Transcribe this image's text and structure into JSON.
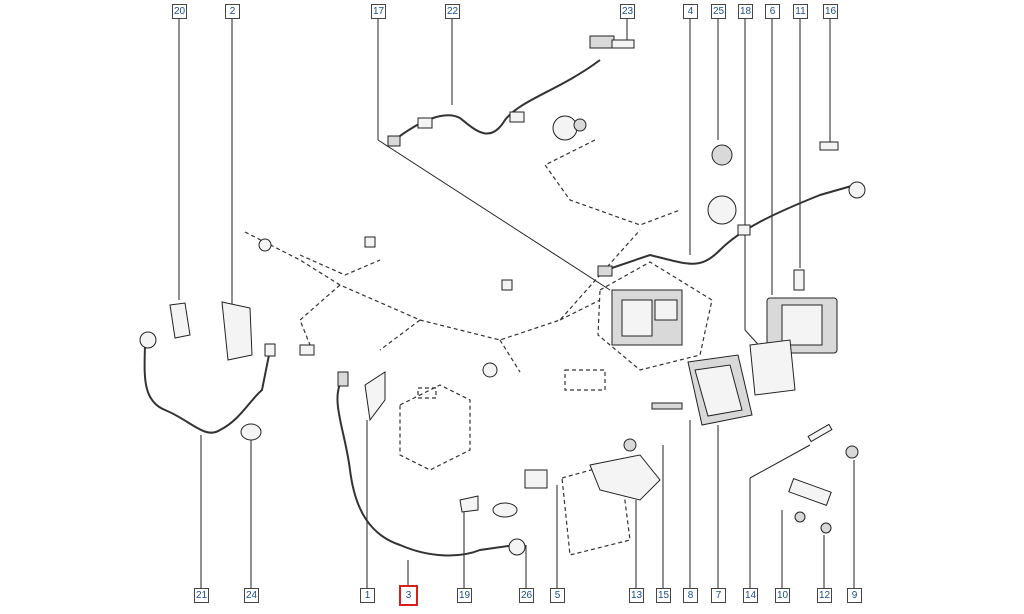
{
  "diagram": {
    "callouts_top": [
      {
        "id": "c20",
        "label": "20"
      },
      {
        "id": "c2",
        "label": "2"
      },
      {
        "id": "c17",
        "label": "17"
      },
      {
        "id": "c22",
        "label": "22"
      },
      {
        "id": "c23",
        "label": "23"
      },
      {
        "id": "c4",
        "label": "4"
      },
      {
        "id": "c25",
        "label": "25"
      },
      {
        "id": "c18",
        "label": "18"
      },
      {
        "id": "c6",
        "label": "6"
      },
      {
        "id": "c11",
        "label": "11"
      },
      {
        "id": "c16",
        "label": "16"
      }
    ],
    "callouts_bottom": [
      {
        "id": "c21",
        "label": "21"
      },
      {
        "id": "c24",
        "label": "24"
      },
      {
        "id": "c1",
        "label": "1"
      },
      {
        "id": "c3",
        "label": "3",
        "selected": true
      },
      {
        "id": "c19",
        "label": "19"
      },
      {
        "id": "c26",
        "label": "26"
      },
      {
        "id": "c5",
        "label": "5"
      },
      {
        "id": "c13",
        "label": "13"
      },
      {
        "id": "c15",
        "label": "15"
      },
      {
        "id": "c8",
        "label": "8"
      },
      {
        "id": "c7",
        "label": "7"
      },
      {
        "id": "c14",
        "label": "14"
      },
      {
        "id": "c10",
        "label": "10"
      },
      {
        "id": "c12",
        "label": "12"
      },
      {
        "id": "c9",
        "label": "9"
      }
    ],
    "colors": {
      "callout_text": "#1a4d8f",
      "selection": "#d91e1e",
      "line": "#222222"
    }
  }
}
